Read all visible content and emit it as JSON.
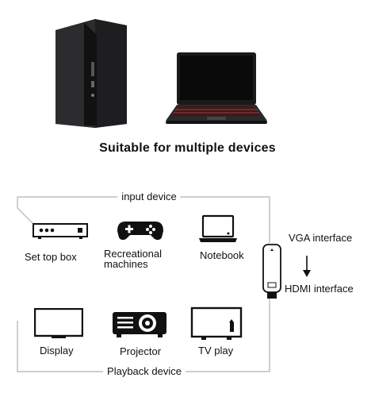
{
  "headline": "Suitable for multiple devices",
  "input_group": {
    "title": "input device",
    "devices": [
      {
        "label": "Set top box",
        "icon": "set-top-box-icon"
      },
      {
        "label": "Recreational machines",
        "icon": "gamepad-icon"
      },
      {
        "label": "Notebook",
        "icon": "notebook-icon"
      }
    ]
  },
  "playback_group": {
    "title": "Playback device",
    "devices": [
      {
        "label": "Display",
        "icon": "display-icon"
      },
      {
        "label": "Projector",
        "icon": "projector-icon"
      },
      {
        "label": "TV play",
        "icon": "tv-icon"
      }
    ]
  },
  "adapter": {
    "from_label": "VGA interface",
    "to_label": "HDMI interface",
    "icon": "adapter-icon"
  },
  "photos": {
    "tower_pc": "pc-tower-photo",
    "laptop": "laptop-photo"
  }
}
